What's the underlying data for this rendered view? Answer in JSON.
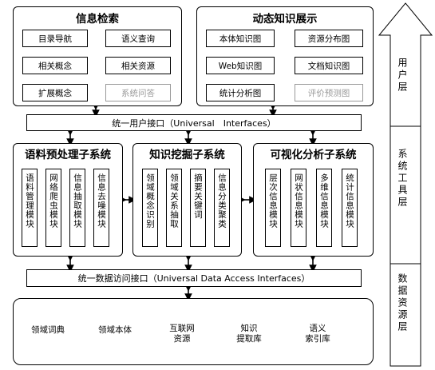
{
  "user_layer": {
    "info_retrieval": {
      "title": "信息检索",
      "items": [
        "目录导航",
        "语义查询",
        "相关概念",
        "相关资源",
        "扩展概念",
        "系统问答"
      ]
    },
    "dynamic_display": {
      "title": "动态知识展示",
      "items": [
        "本体知识图",
        "资源分布图",
        "Web知识图",
        "文档知识图",
        "统计分析图",
        "评价预测图"
      ]
    }
  },
  "user_interface_bar": "统一用户接口（Universal　Interfaces）",
  "subsystems": [
    {
      "title": "语料预处理子系统",
      "modules": [
        "语料管理模块",
        "网络爬虫模块",
        "信息抽取模块",
        "信息去噪模块"
      ]
    },
    {
      "title": "知识挖掘子系统",
      "modules": [
        "领域概念识别",
        "领域关系抽取",
        "摘要关键词",
        "信息分类聚类"
      ]
    },
    {
      "title": "可视化分析子系统",
      "modules": [
        "层次信息模块",
        "网状信息模块",
        "多维信息模块",
        "统计信息模块"
      ]
    }
  ],
  "data_access_bar": "统一数据访问接口（Universal Data Access Interfaces）",
  "data_stores": [
    {
      "line1": "领域词典",
      "line2": ""
    },
    {
      "line1": "领域本体",
      "line2": ""
    },
    {
      "line1": "互联网",
      "line2": "资源"
    },
    {
      "line1": "知识",
      "line2": "提取库"
    },
    {
      "line1": "语义",
      "line2": "索引库"
    }
  ],
  "layers": [
    "用户层",
    "系统工具层",
    "数据资源层"
  ]
}
